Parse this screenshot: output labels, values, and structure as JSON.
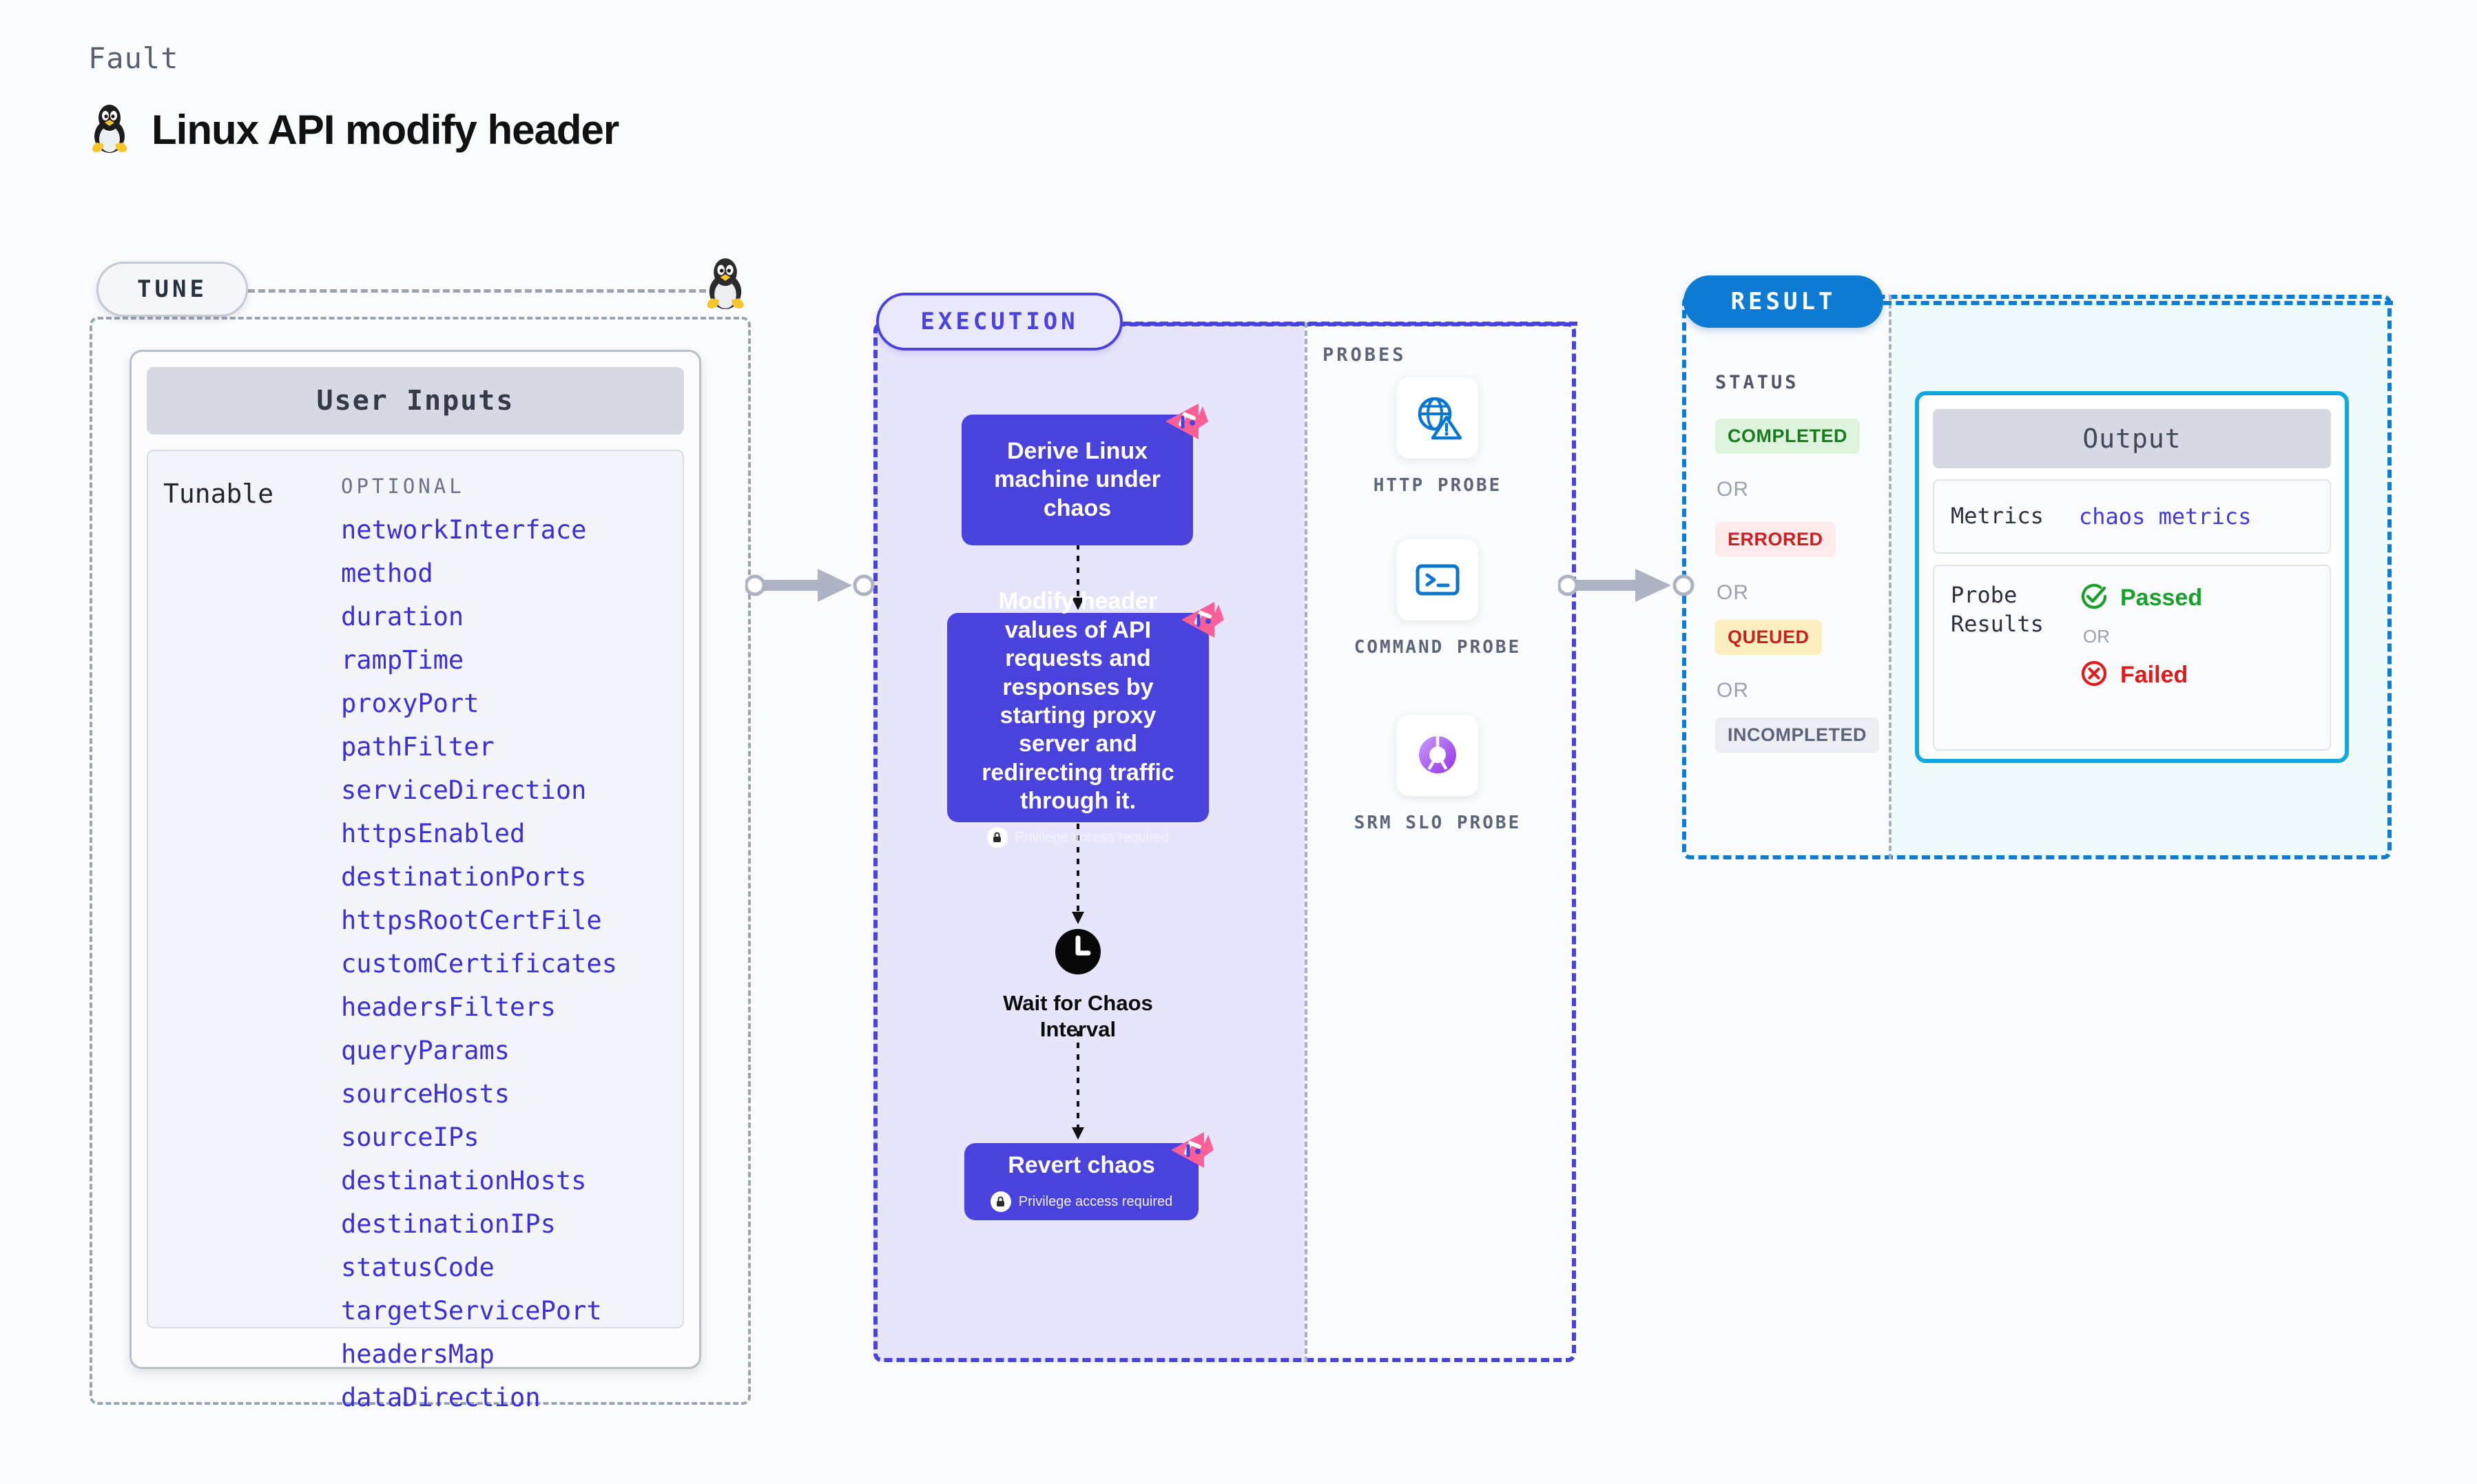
{
  "header": {
    "kicker": "Fault",
    "title": "Linux API modify header",
    "icon": "linux-penguin-icon"
  },
  "tune": {
    "pill_label": "TUNE",
    "card_title": "User Inputs",
    "group_label": "Tunable",
    "optional_label": "OPTIONAL",
    "items": [
      "networkInterface",
      "method",
      "duration",
      "rampTime",
      "proxyPort",
      "pathFilter",
      "serviceDirection",
      "httpsEnabled",
      "destinationPorts",
      "httpsRootCertFile",
      "customCertificates",
      "headersFilters",
      "queryParams",
      "sourceHosts",
      "sourceIPs",
      "destinationHosts",
      "destinationIPs",
      "statusCode",
      "targetServicePort",
      "headersMap",
      "dataDirection"
    ]
  },
  "execution": {
    "pill_label": "EXECUTION",
    "nodes": [
      {
        "label": "Derive Linux machine under chaos",
        "privilege": null,
        "badge": "chaos-corner-badge"
      },
      {
        "label": "Modify header values of API requests and responses by starting proxy server and redirecting traffic through it.",
        "privilege": "Privilege access required",
        "badge": "chaos-corner-badge"
      },
      {
        "label": "Wait for Chaos Interval",
        "privilege": null,
        "badge": null
      },
      {
        "label": "Revert chaos",
        "privilege": "Privilege access required",
        "badge": "chaos-corner-badge"
      }
    ],
    "probes": {
      "caption": "PROBES",
      "items": [
        {
          "name": "HTTP PROBE",
          "icon": "globe-warning-icon"
        },
        {
          "name": "COMMAND PROBE",
          "icon": "terminal-icon"
        },
        {
          "name": "SRM SLO PROBE",
          "icon": "slo-donut-icon"
        }
      ]
    }
  },
  "result": {
    "pill_label": "RESULT",
    "status_caption": "STATUS",
    "or_label": "OR",
    "statuses": [
      {
        "label": "COMPLETED",
        "color": "#1a7a1f",
        "bg": "#def3dc"
      },
      {
        "label": "ERRORED",
        "color": "#cc2020",
        "bg": "#fdeaea"
      },
      {
        "label": "QUEUED",
        "color": "#cc2020",
        "bg": "#fdeec0"
      },
      {
        "label": "INCOMPLETED",
        "color": "#5c6478",
        "bg": "#eceef3"
      }
    ],
    "output": {
      "title": "Output",
      "metrics_key": "Metrics",
      "metrics_value": "chaos metrics",
      "probe_key": "Probe Results",
      "passed_label": "Passed",
      "failed_label": "Failed",
      "or_label": "OR",
      "passed_color": "#1aa02a",
      "failed_color": "#e01b1b"
    }
  },
  "colors": {
    "node_blue": "#4a42dc",
    "exec_tint": "#e6e5fb",
    "result_blue": "#0d7bd4",
    "output_border": "#12a7e0",
    "badge_pink": "#fb5f95",
    "page_bg": "#fafbfd"
  }
}
